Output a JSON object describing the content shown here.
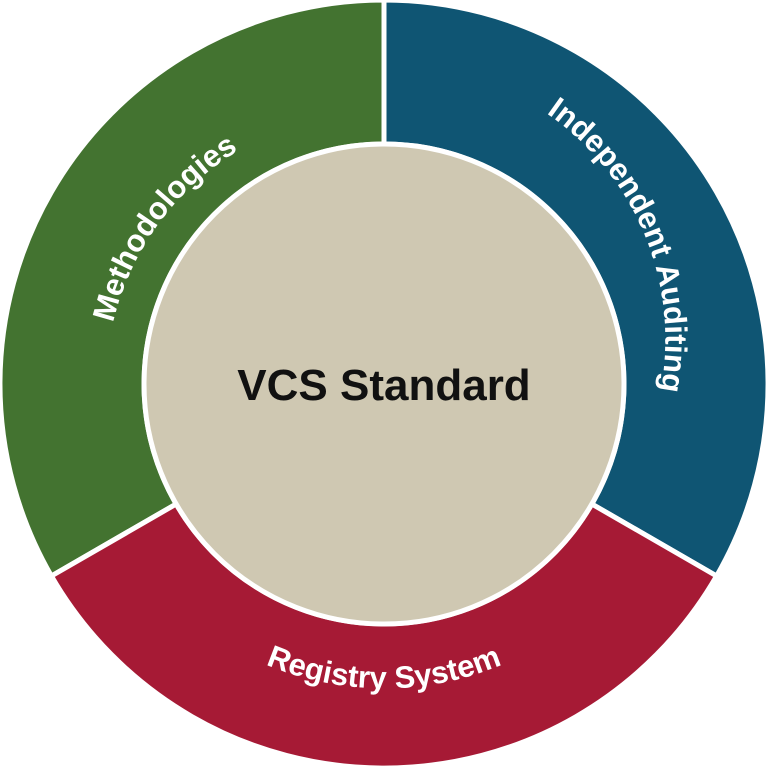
{
  "center": {
    "label": "VCS Standard",
    "color": "#cfc8b2"
  },
  "segments": [
    {
      "id": "methodologies",
      "label": "Methodologies",
      "color": "#437330"
    },
    {
      "id": "independent-auditing",
      "label": "Independent Auditing",
      "color": "#0f5573"
    },
    {
      "id": "registry-system",
      "label": "Registry System",
      "color": "#a61a35"
    }
  ]
}
